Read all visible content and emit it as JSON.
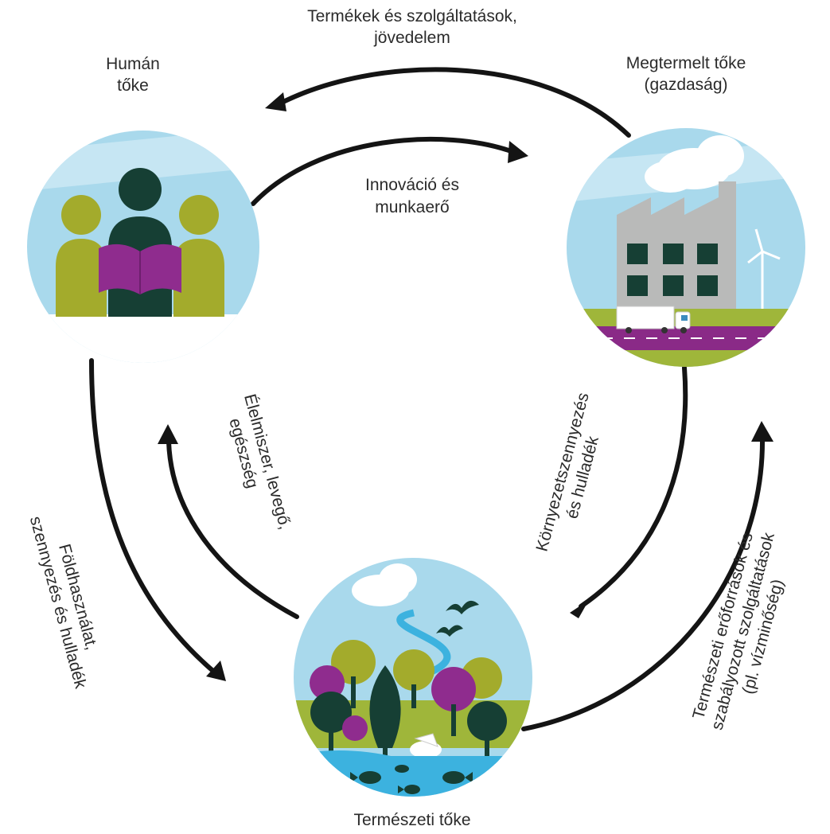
{
  "nodes": {
    "human": {
      "line1": "Humán",
      "line2": "tőke"
    },
    "produced": {
      "line1": "Megtermelt tőke",
      "line2": "(gazdaság)"
    },
    "natural": {
      "line1": "Természeti tőke"
    }
  },
  "flows": {
    "top_outer": {
      "line1": "Termékek és szolgáltatások,",
      "line2": "jövedelem"
    },
    "top_inner": {
      "line1": "Innováció és",
      "line2": "munkaerő"
    },
    "left_inner": {
      "line1": "Élelmiszer, levegő,",
      "line2": "egészség"
    },
    "left_outer": {
      "line1": "Földhasználat,",
      "line2": "szennyezés és hulladék"
    },
    "right_inner": {
      "line1": "Környezetszennyezés",
      "line2": "és hulladék"
    },
    "right_outer": {
      "line1": "Természeti erőforrások és",
      "line2": "szabályozott szolgáltatások",
      "line3": "(pl. vízminőség)"
    }
  },
  "colors": {
    "sky": "#a9d9ec",
    "olive": "#a3ab2c",
    "dark_green": "#163f34",
    "purple": "#8f2c8e",
    "grass": "#9fb63a",
    "water": "#3cb2df",
    "factory": "#b9bab9",
    "arrow": "#141414"
  }
}
